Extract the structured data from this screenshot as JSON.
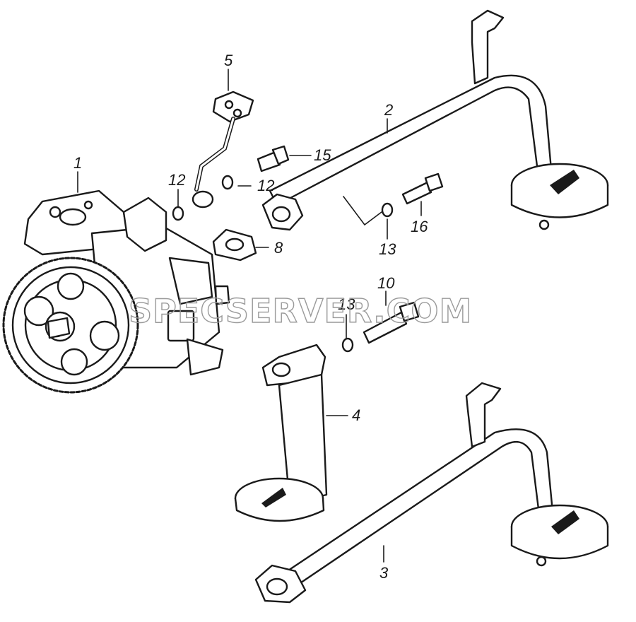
{
  "watermark": "SPECSERVER.COM",
  "colors": {
    "line": "#1a1a1a",
    "background": "#ffffff",
    "watermark": "#9a9a9a"
  },
  "callouts": [
    {
      "id": "c1",
      "text": "1"
    },
    {
      "id": "c2",
      "text": "2"
    },
    {
      "id": "c3",
      "text": "3"
    },
    {
      "id": "c4",
      "text": "4"
    },
    {
      "id": "c5",
      "text": "5"
    },
    {
      "id": "c8",
      "text": "8"
    },
    {
      "id": "c10",
      "text": "10"
    },
    {
      "id": "c12a",
      "text": "12"
    },
    {
      "id": "c12b",
      "text": "12"
    },
    {
      "id": "c13a",
      "text": "13"
    },
    {
      "id": "c13b",
      "text": "13"
    },
    {
      "id": "c15",
      "text": "15"
    },
    {
      "id": "c16",
      "text": "16"
    }
  ]
}
